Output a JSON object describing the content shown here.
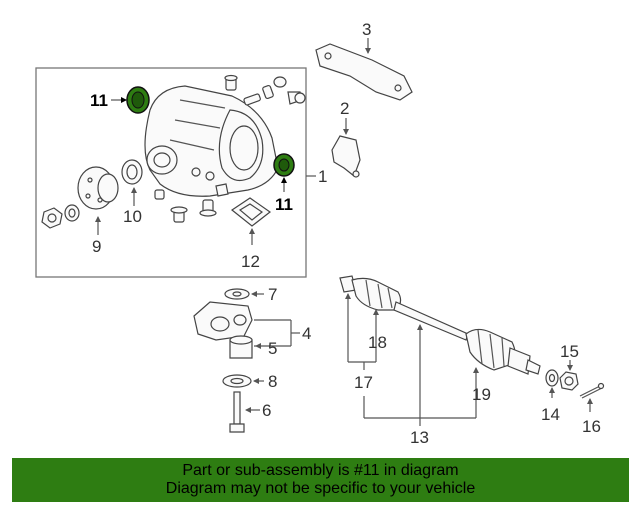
{
  "callouts": {
    "c1": "1",
    "c2": "2",
    "c3": "3",
    "c4": "4",
    "c5": "5",
    "c6": "6",
    "c7": "7",
    "c8": "8",
    "c9": "9",
    "c10": "10",
    "c11a": "11",
    "c11b": "11",
    "c12": "12",
    "c13": "13",
    "c14": "14",
    "c15": "15",
    "c16": "16",
    "c17": "17",
    "c18": "18",
    "c19": "19"
  },
  "highlight": {
    "part": "11",
    "color": "#2e7d12"
  },
  "banner": {
    "line1": "Part or sub-assembly is #11 in diagram",
    "line2": "Diagram may not be specific to your vehicle",
    "background": "#2e7d12"
  }
}
